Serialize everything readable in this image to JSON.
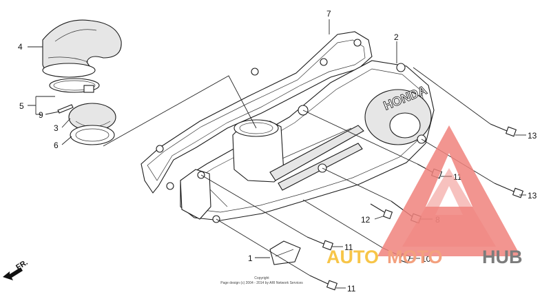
{
  "callouts": {
    "p1": "1",
    "p2": "2",
    "p3": "3",
    "p4": "4",
    "p5": "5",
    "p6": "6",
    "p7": "7",
    "p8": "8",
    "p9": "9",
    "p10": "10",
    "p11a": "11",
    "p11b": "11",
    "p11c": "11",
    "p12": "12",
    "p13a": "13",
    "p13b": "13"
  },
  "cover_brand": "HONDA",
  "direction_label": "FR.",
  "copyright": {
    "line1": "Copyright",
    "line2": "Page design (c) 2004 - 2014 by ARI Network Services"
  },
  "watermark": {
    "auto": "AUTO",
    "moto": "MOTO",
    "hub": "HUB",
    "colors": {
      "triangle": "#f0837d",
      "auto": "#f7c548",
      "moto": "#f3a07e",
      "hub": "#7c7c7c"
    }
  }
}
